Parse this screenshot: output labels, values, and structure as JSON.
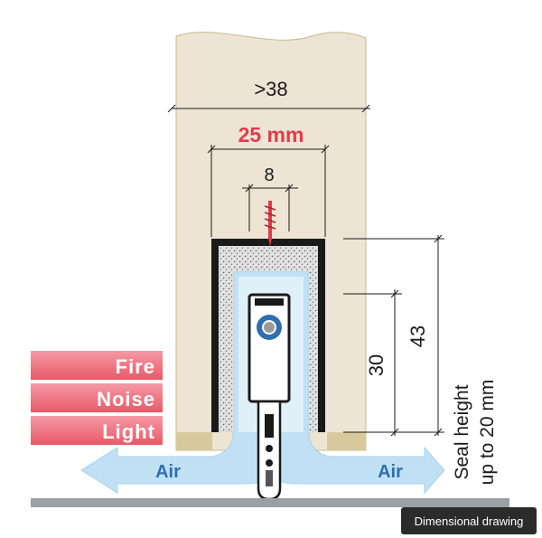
{
  "dimensions": {
    "door_width": ">38",
    "groove_width": "25 mm",
    "screw_spacing": "8",
    "seal_height": "43",
    "retracted_height": "30"
  },
  "labels": {
    "fire": "Fire",
    "noise": "Noise",
    "light": "Light",
    "air_left": "Air",
    "air_right": "Air",
    "seal_note_line1": "Seal height",
    "seal_note_line2": "up to 20 mm"
  },
  "caption": "Dimensional drawing",
  "colors": {
    "door": "#ede4d3",
    "door_edge": "#c9b98e",
    "profile": "#1a1a1a",
    "foam": "#d9d9d9",
    "air": "#bfe1f3",
    "accent_red": "#e23b4c",
    "label_band": "#ef6b79",
    "floor": "#9aa0a3",
    "bolt_blue": "#2f6fb0"
  }
}
